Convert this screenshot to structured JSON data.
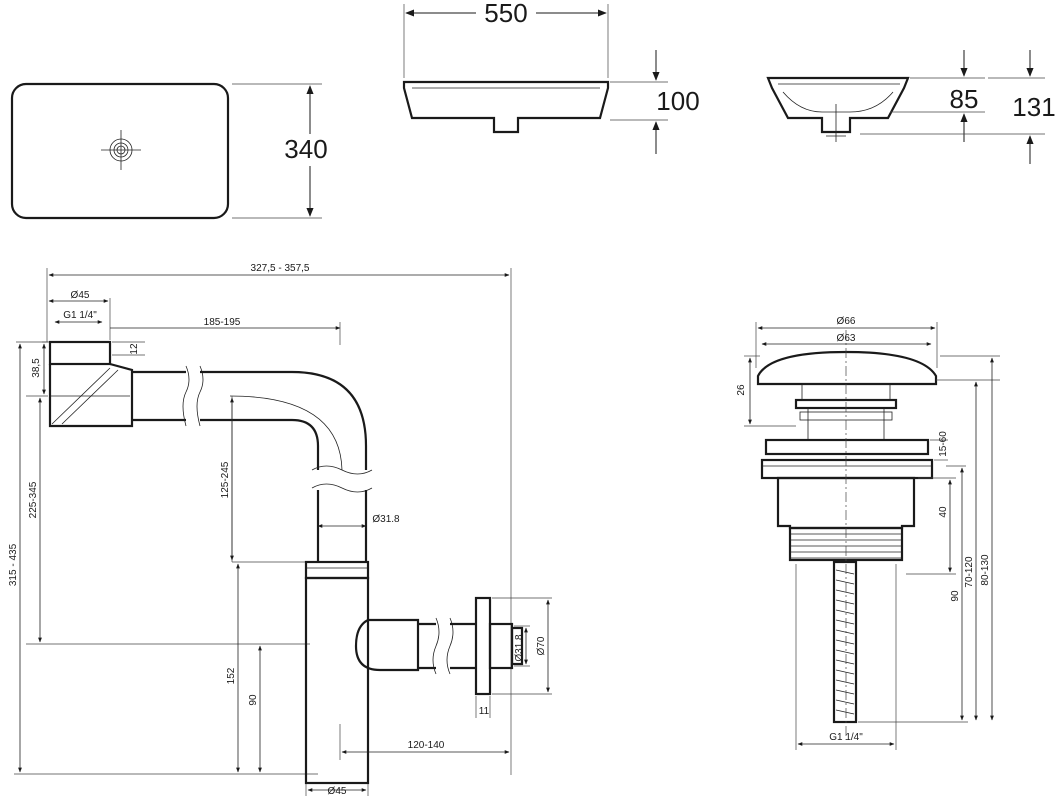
{
  "basin": {
    "length": "550",
    "width": "340",
    "height_front": "100",
    "height_side_inner": "85",
    "height_side_total": "131"
  },
  "siphon": {
    "total_length": "327,5 - 357,5",
    "inlet_diameter": "Ø45",
    "thread": "G1 1/4\"",
    "horizontal_run": "185-195",
    "inlet_top": "12",
    "inlet_height": "38,5",
    "vertical_run": "125-245",
    "overall_height_a": "225-345",
    "overall_height_b": "315 - 435",
    "pipe_diameter": "Ø31.8",
    "trap_height": "152",
    "outlet_height": "90",
    "outlet_offset": "120-140",
    "bottom_diameter": "Ø45",
    "flange_pipe": "Ø31.8",
    "flange_diameter": "Ø70",
    "flange_thickness": "11"
  },
  "drain": {
    "cap_outer": "Ø66",
    "cap_inner": "Ø63",
    "cap_height": "26",
    "clamp_range": "15-60",
    "body_height": "40",
    "total_a": "70-120",
    "total_b": "80-130",
    "rod_length": "90",
    "thread": "G1 1/4\""
  }
}
